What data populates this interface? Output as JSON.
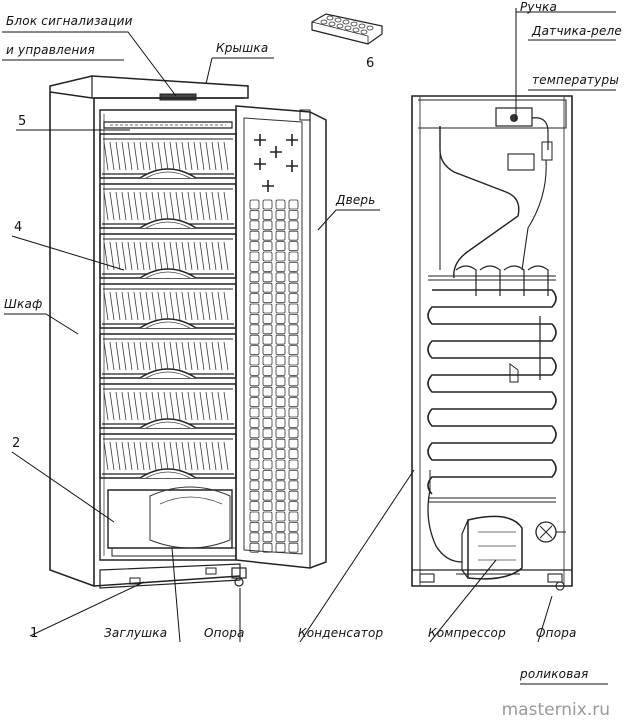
{
  "labels": {
    "alarm_unit_line1": "Блок сигнализации",
    "alarm_unit_line2": "и управления",
    "lid": "Крышка",
    "ice_tray_number": "6",
    "handle": "Ручка",
    "sensor_line1": "Датчика-реле",
    "sensor_line2": "температуры",
    "door": "Дверь",
    "cabinet": "Шкаф",
    "item_5": "5",
    "item_4": "4",
    "item_2": "2",
    "item_1": "1",
    "plug": "Заглушка",
    "support": "Опора",
    "condenser": "Конденсатор",
    "compressor": "Компрессор",
    "roller_support_line1": "Опора",
    "roller_support_line2": "роликовая"
  },
  "watermark": "masternix.ru",
  "colors": {
    "ink": "#222222",
    "text": "#111111",
    "watermark": "#9a9a9a",
    "background": "#ffffff"
  }
}
